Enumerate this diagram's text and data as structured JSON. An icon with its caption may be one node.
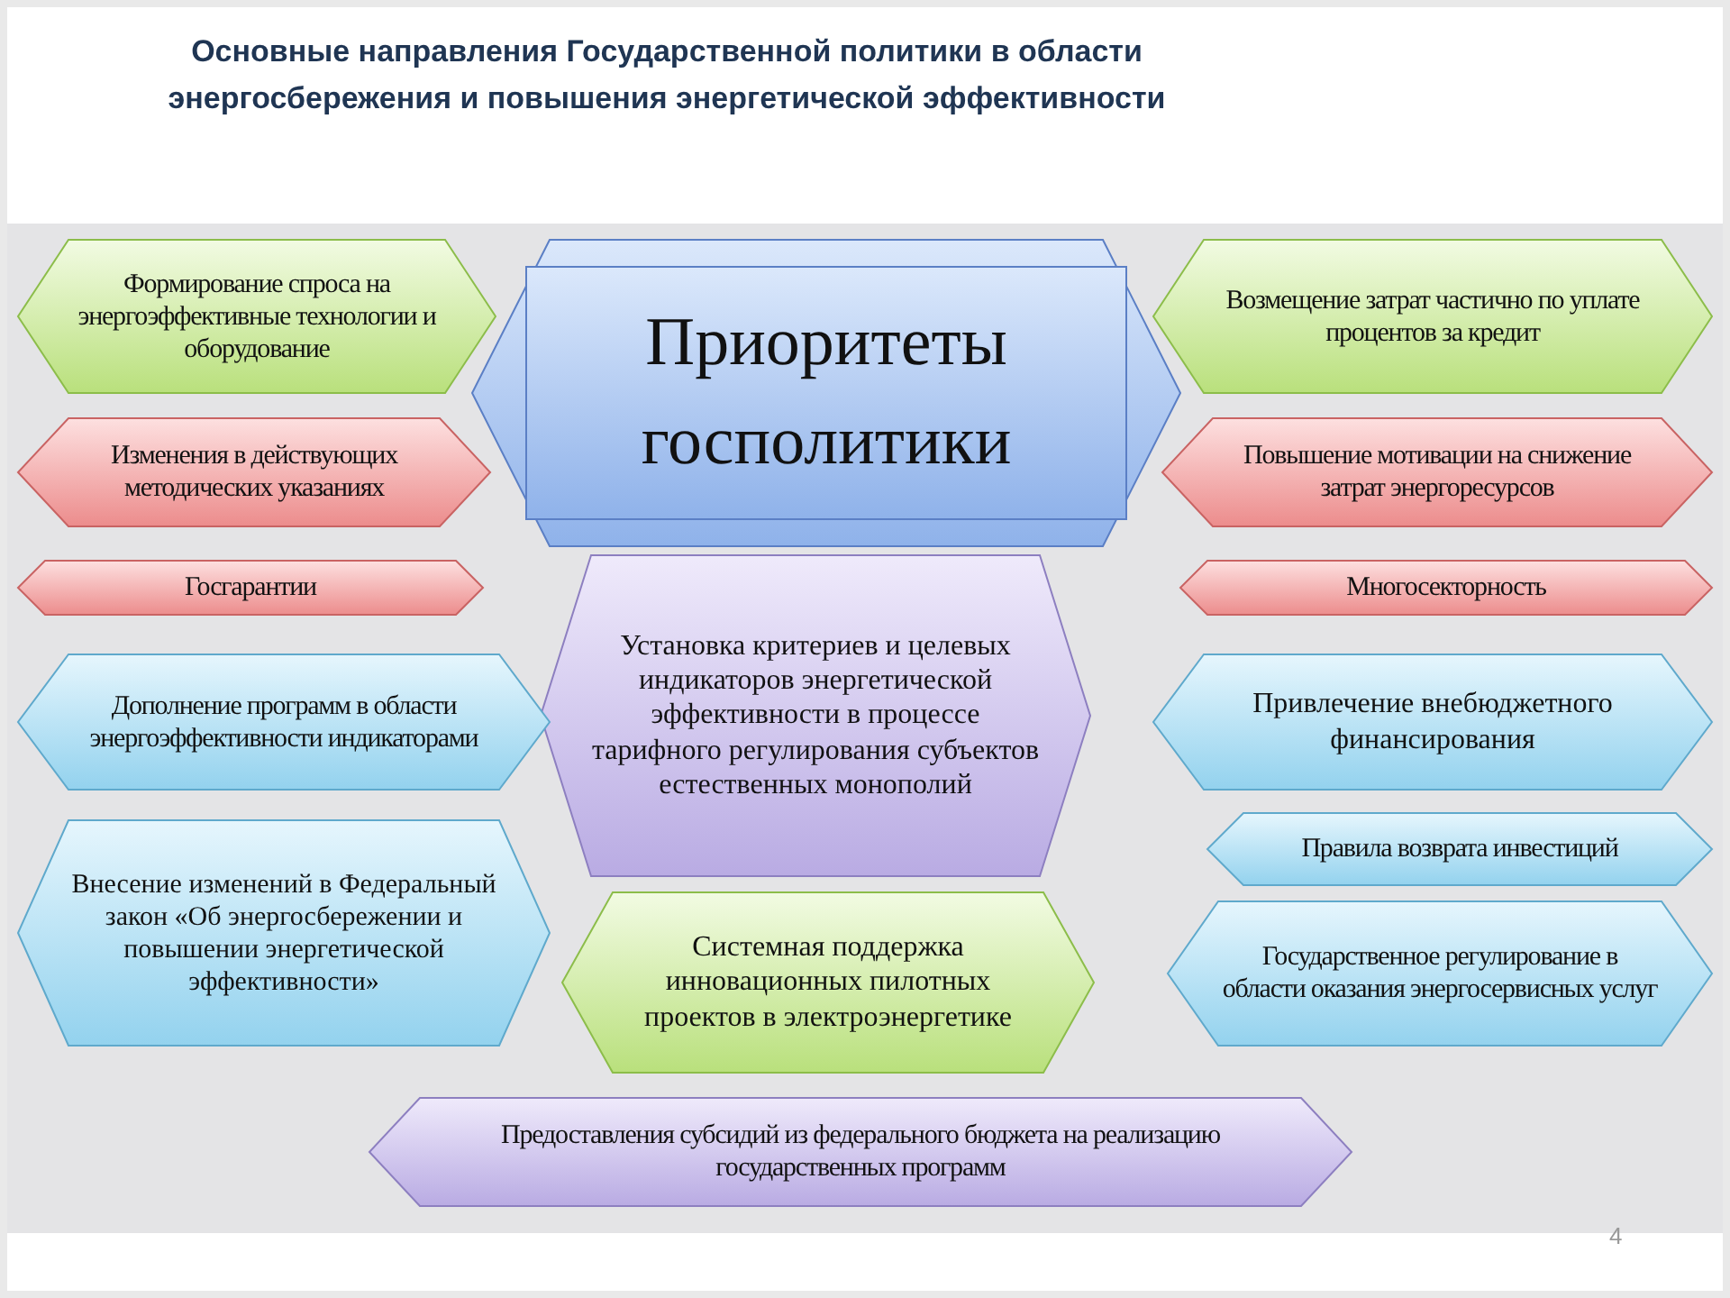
{
  "diagram": {
    "title": "Основные направления Государственной политики в области энергосбережения и повышения энергетической эффективности",
    "nodes": [
      {
        "text": [
          "Формирование спроса на энергоэффективные технологии и оборудование"
        ]
      },
      {
        "text": [
          "Приоритеты госполитики"
        ]
      },
      {
        "text": [
          "Возмещение затрат частично по уплате процентов за кредит"
        ]
      },
      {
        "text": [
          "Изменения в действующих методических указаниях"
        ]
      },
      {
        "text": [
          "Повышение мотивации на снижение затрат энергоресурсов"
        ]
      },
      {
        "text": [
          "Госгарантии"
        ]
      },
      {
        "text": [
          "Многосекторность"
        ]
      },
      {
        "text": [
          "Установка критериев и целевых индикаторов энергетической эффективности в процессе тарифного регулирования субъектов естественных монополий"
        ]
      },
      {
        "text": [
          "Дополнение программ в области энергоэффективности индикаторами"
        ]
      },
      {
        "text": [
          "Привлечение внебюджетного финансирования"
        ]
      },
      {
        "text": [
          "Правила возврата инвестиций"
        ]
      },
      {
        "text": [
          "Внесение изменений в Федеральный закон «Об энергосбережении и повышении энергетической эффективности»"
        ]
      },
      {
        "text": [
          "Системная поддержка инновационных пилотных проектов в электроэнергетике"
        ]
      },
      {
        "text": [
          "Государственное регулирование в области оказания энергосервисных услуг"
        ]
      },
      {
        "text": [
          "Предоставления субсидий из федерального бюджета на реализацию государственных программ"
        ]
      }
    ],
    "labels": [
      "4"
    ]
  }
}
